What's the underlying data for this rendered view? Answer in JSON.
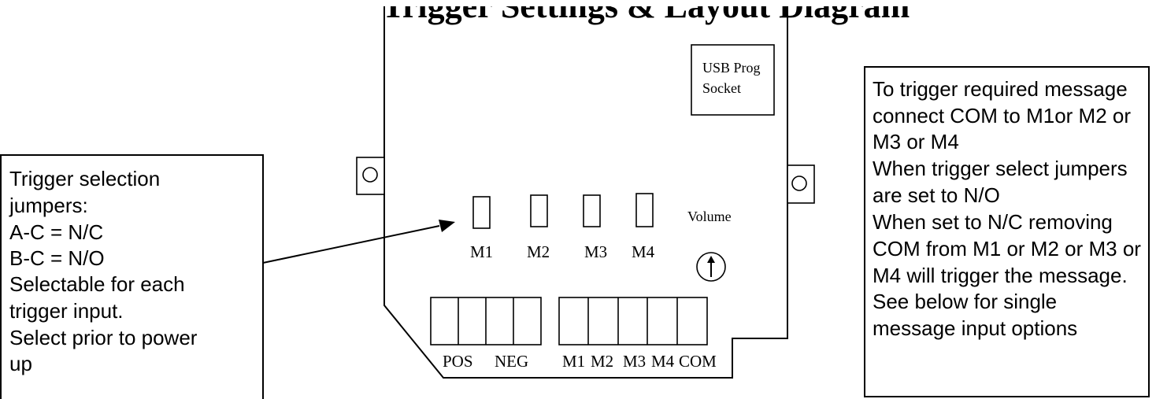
{
  "title": "Trigger Settings & Layout Diagram",
  "board": {
    "usb_label": [
      "USB Prog",
      "Socket"
    ],
    "volume_label": "Volume",
    "jumper_labels": [
      "M1",
      "M2",
      "M3",
      "M4"
    ],
    "power_terminal_labels": [
      "POS",
      "NEG"
    ],
    "trigger_terminal_labels": [
      "M1",
      "M2",
      "M3",
      "M4",
      "COM"
    ]
  },
  "left_note": {
    "lines": [
      "Trigger selection",
      "jumpers:",
      "A-C = N/C",
      "B-C = N/O",
      "Selectable for each",
      "trigger input.",
      "Select prior to power",
      "up"
    ]
  },
  "right_note": {
    "lines": [
      "To trigger required message",
      "connect COM to M1or M2 or",
      "M3 or M4",
      "When trigger select jumpers",
      "are set to N/O",
      "When set to N/C removing",
      "COM from M1 or M2 or M3 or",
      "M4 will trigger the message.",
      "See below for single",
      "message input options"
    ]
  },
  "colors": {
    "line": "#000000",
    "background": "#ffffff"
  }
}
